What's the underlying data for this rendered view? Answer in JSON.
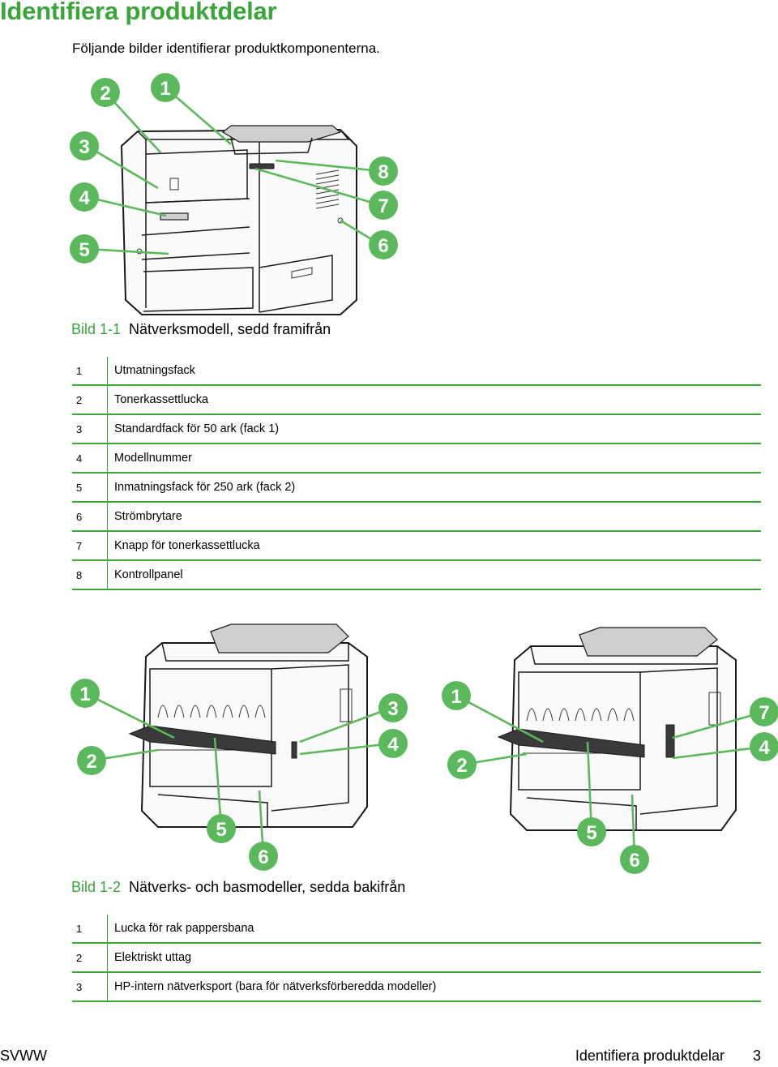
{
  "header": {
    "title": "Identifiera produktdelar"
  },
  "intro": "Följande bilder identifierar produktkomponenterna.",
  "figure1": {
    "callouts": [
      "1",
      "2",
      "3",
      "4",
      "5",
      "6",
      "7",
      "8"
    ],
    "caption_num": "Bild 1-1",
    "caption_text": "Nätverksmodell, sedd framifrån"
  },
  "table1": [
    {
      "num": "1",
      "text": "Utmatningsfack"
    },
    {
      "num": "2",
      "text": "Tonerkassettlucka"
    },
    {
      "num": "3",
      "text": "Standardfack för 50 ark (fack 1)"
    },
    {
      "num": "4",
      "text": "Modellnummer"
    },
    {
      "num": "5",
      "text": "Inmatningsfack för 250 ark (fack 2)"
    },
    {
      "num": "6",
      "text": "Strömbrytare"
    },
    {
      "num": "7",
      "text": "Knapp för tonerkassettlucka"
    },
    {
      "num": "8",
      "text": "Kontrollpanel"
    }
  ],
  "figure2": {
    "left_callouts": [
      "1",
      "2",
      "3",
      "4",
      "5",
      "6"
    ],
    "right_callouts": [
      "1",
      "2",
      "7",
      "4",
      "5",
      "6"
    ],
    "caption_num": "Bild 1-2",
    "caption_text": "Nätverks- och basmodeller, sedda bakifrån"
  },
  "table2": [
    {
      "num": "1",
      "text": "Lucka för rak pappersbana"
    },
    {
      "num": "2",
      "text": "Elektriskt uttag"
    },
    {
      "num": "3",
      "text": "HP-intern nätverksport (bara för nätverksförberedda modeller)"
    }
  ],
  "footer": {
    "left": "SVWW",
    "right_title": "Identifiera produktdelar",
    "page": "3"
  },
  "colors": {
    "accent": "#3aa53a",
    "callout": "#5cb85c"
  }
}
